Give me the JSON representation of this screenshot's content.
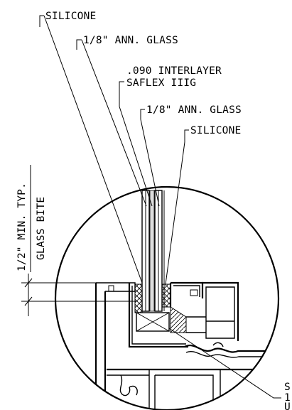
{
  "callouts": {
    "silicone_top": "SILICONE",
    "glass_outer": "1/8\" ANN. GLASS",
    "interlayer_line1": ".090 INTERLAYER",
    "interlayer_line2": "SAFLEX IIIG",
    "glass_inner": "1/8\" ANN. GLASS",
    "silicone_inner": "SILICONE"
  },
  "dimension": {
    "value": "1/2\" MIN. TYP.",
    "label": "GLASS BITE"
  },
  "partial_labels": {
    "line1": "S",
    "line2": "1",
    "line3": "U"
  }
}
